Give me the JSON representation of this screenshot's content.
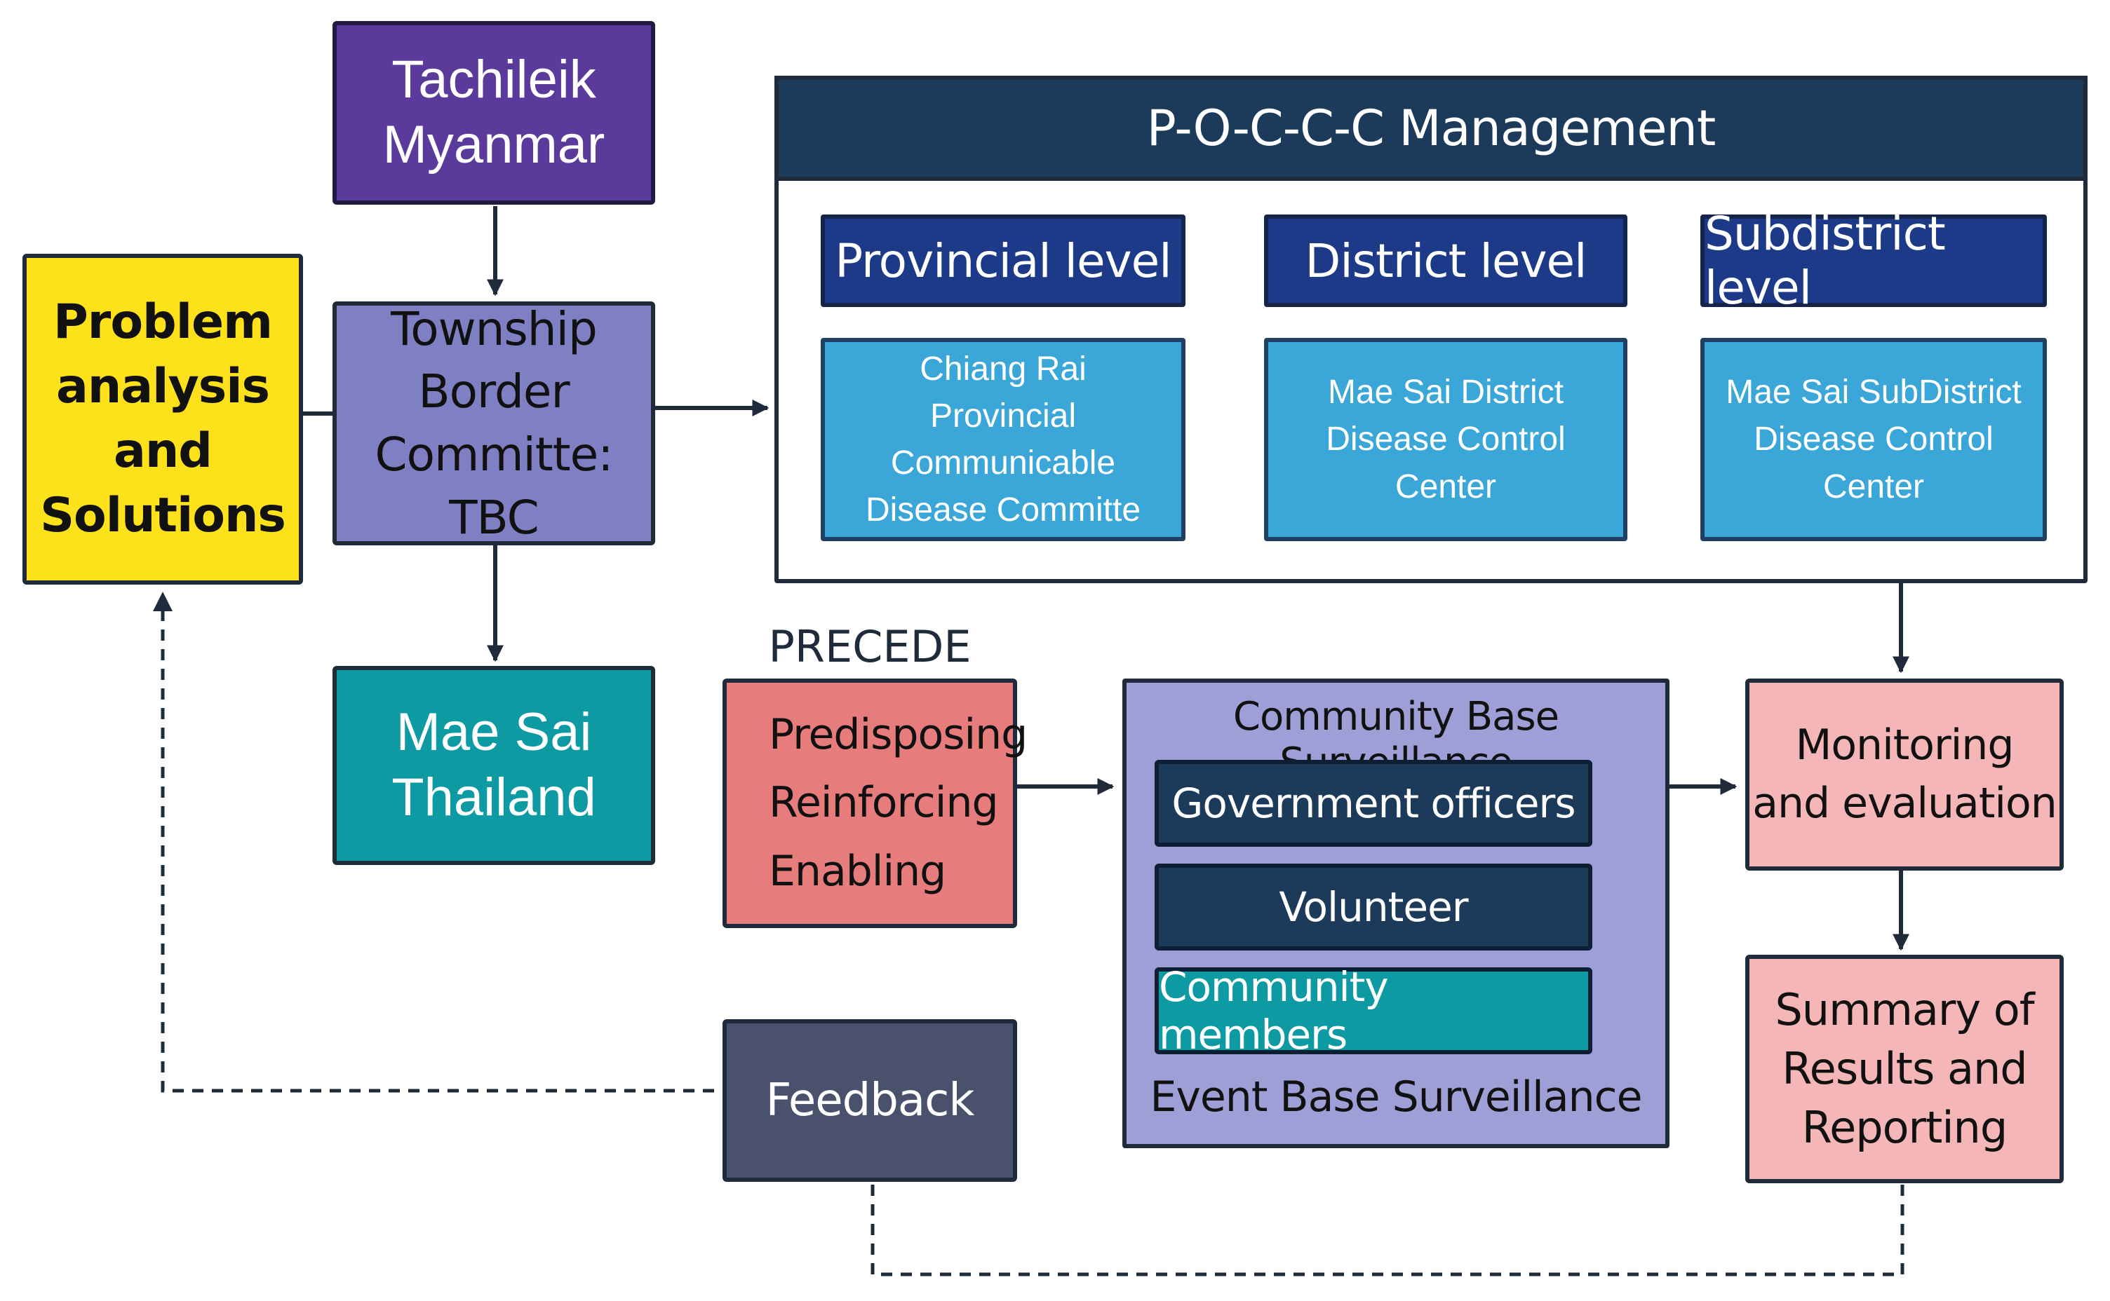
{
  "tachileik": {
    "lines": [
      "Tachileik",
      "Myanmar"
    ]
  },
  "problem": {
    "lines": [
      "Problem",
      "analysis",
      "and",
      "Solutions"
    ]
  },
  "township": {
    "lines": [
      "Township",
      "Border",
      "Committe: TBC"
    ]
  },
  "maesai": {
    "lines": [
      "Mae Sai",
      "Thailand"
    ]
  },
  "pocc": {
    "title": "P-O-C-C-C Management",
    "levels": [
      {
        "header": "Provincial level",
        "lines": [
          "Chiang Rai",
          "Provincial",
          "Communicable",
          "Disease Committe"
        ]
      },
      {
        "header": "District level",
        "lines": [
          "Mae Sai District",
          "Disease Control",
          "Center"
        ]
      },
      {
        "header": "Subdistrict level",
        "lines": [
          "Mae Sai SubDistrict",
          "Disease Control",
          "Center"
        ]
      }
    ]
  },
  "precede": {
    "title": "PRECEDE",
    "lines": [
      "Predisposing",
      "Reinforcing",
      "Enabling"
    ]
  },
  "cbs": {
    "title": "Community Base Surveillance",
    "items": [
      "Government officers",
      "Volunteer",
      "Community members"
    ],
    "footer": "Event Base Surveillance"
  },
  "monitoring": {
    "lines": [
      "Monitoring",
      "and evaluation"
    ]
  },
  "summary": {
    "lines": [
      "Summary of",
      "Results and",
      "Reporting"
    ]
  },
  "feedback": {
    "label": "Feedback"
  },
  "colors": {
    "tachileik": "#5a3a9a",
    "problem": "#fde11a",
    "township": "#7f7fc4",
    "maesai": "#0e9aa2",
    "header_bar": "#1c3a59",
    "level_header": "#1c3a88",
    "level_box": "#3ba7d8",
    "precede": "#e77c7c",
    "cbs_panel": "#9f9fd8",
    "cbs_dark": "#1c3a59",
    "cbs_teal": "#0e9aa2",
    "monitoring": "#f4b6b6",
    "feedback": "#4a516c"
  }
}
